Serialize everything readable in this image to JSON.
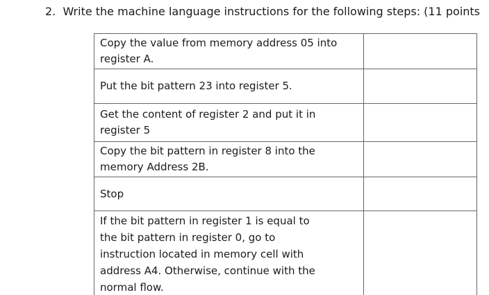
{
  "question": {
    "number": "2.",
    "title": "2.  Write the machine language instructions for the following steps: (11 points"
  },
  "colors": {
    "text": "#1b1b1b",
    "table_border": "#666666",
    "background": "#ffffff"
  },
  "table": {
    "columns": [
      "instruction",
      "answer"
    ],
    "rows": [
      {
        "instruction_lines": [
          "Copy the value from memory address 05 into",
          "register A."
        ],
        "answer": ""
      },
      {
        "instruction_lines": [
          "Put the bit pattern 23 into register 5."
        ],
        "answer": ""
      },
      {
        "instruction_lines": [
          "Get the content of register 2 and put it in",
          "register 5"
        ],
        "answer": ""
      },
      {
        "instruction_lines": [
          "Copy the bit pattern in register 8 into the",
          "memory Address 2B."
        ],
        "answer": ""
      },
      {
        "instruction_lines": [
          "Stop"
        ],
        "answer": ""
      },
      {
        "instruction_lines": [
          "If the bit pattern in register 1 is equal to",
          "the bit pattern in register 0, go to",
          "instruction located in memory cell with",
          "address A4. Otherwise, continue with the",
          "normal flow."
        ],
        "answer": ""
      }
    ]
  }
}
